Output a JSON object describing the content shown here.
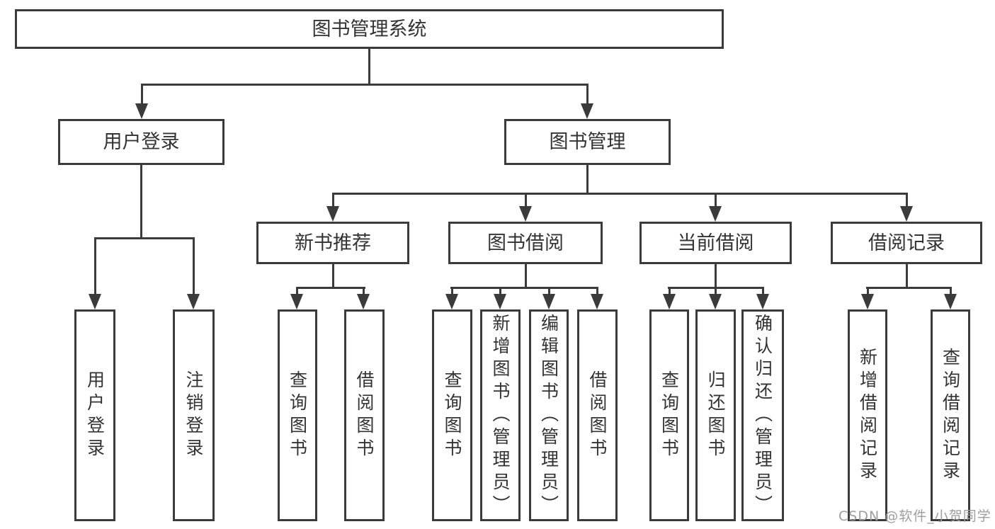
{
  "diagram": {
    "root": {
      "label": "图书管理系统"
    },
    "level1": [
      {
        "label": "用户登录",
        "children": [
          {
            "label": "用户登录"
          },
          {
            "label": "注销登录"
          }
        ]
      },
      {
        "label": "图书管理",
        "children": [
          {
            "label": "新书推荐",
            "children": [
              {
                "label": "查询图书"
              },
              {
                "label": "借阅图书"
              }
            ]
          },
          {
            "label": "图书借阅",
            "children": [
              {
                "label": "查询图书"
              },
              {
                "label": "新增图书（管理员）"
              },
              {
                "label": "编辑图书（管理员）"
              },
              {
                "label": "借阅图书"
              }
            ]
          },
          {
            "label": "当前借阅",
            "children": [
              {
                "label": "查询图书"
              },
              {
                "label": "归还图书"
              },
              {
                "label": "确认归还（管理员）"
              }
            ]
          },
          {
            "label": "借阅记录",
            "children": [
              {
                "label": "新增借阅记录"
              },
              {
                "label": "查询借阅记录"
              }
            ]
          }
        ]
      }
    ]
  },
  "watermark": {
    "text": "CSDN @软件_小贺同学"
  },
  "colors": {
    "line": "#3b3b3b",
    "text": "#333333",
    "watermark": "#9e9e9e",
    "background": "#ffffff"
  }
}
